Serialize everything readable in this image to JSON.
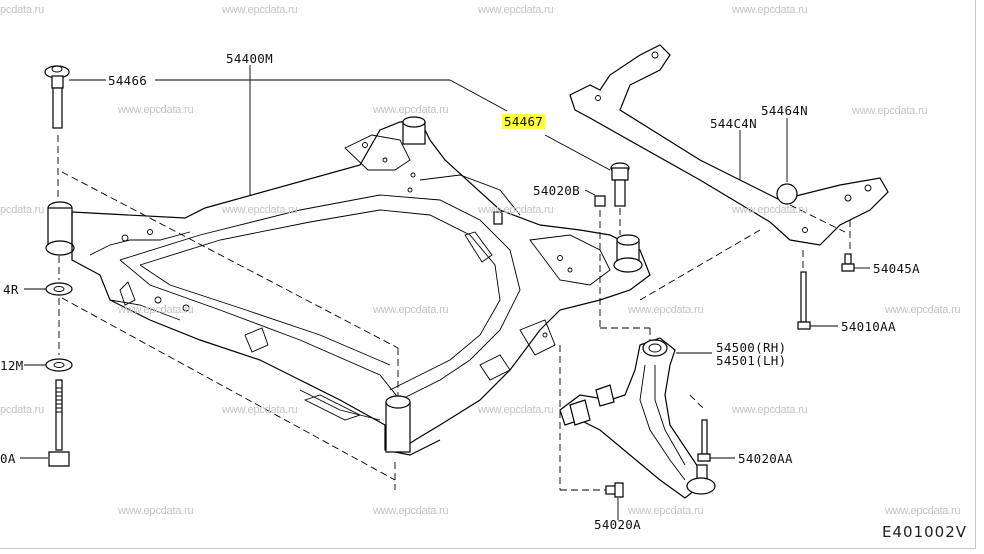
{
  "diagram": {
    "code": "E401002V",
    "highlight_color": "#ffff44",
    "watermark": "www.epcdata.ru",
    "watermark_edge": "pcdata.ru",
    "parts": {
      "subframe_assembly": "54400M",
      "bolt_upper": "54466",
      "bolt_highlighted": "54467",
      "nut": "54020B",
      "stopper": "54464N",
      "member_stay": "544C4N",
      "bolt_stay": "54045A",
      "bolt_long": "54010AA",
      "arm_rh": "54500(RH)",
      "arm_lh": "54501(LH)",
      "bolt_arm": "54020AA",
      "bolt_arm_front": "54020A",
      "left_partial_1": "4R",
      "left_partial_2": "12M",
      "left_partial_3": "0A"
    }
  }
}
